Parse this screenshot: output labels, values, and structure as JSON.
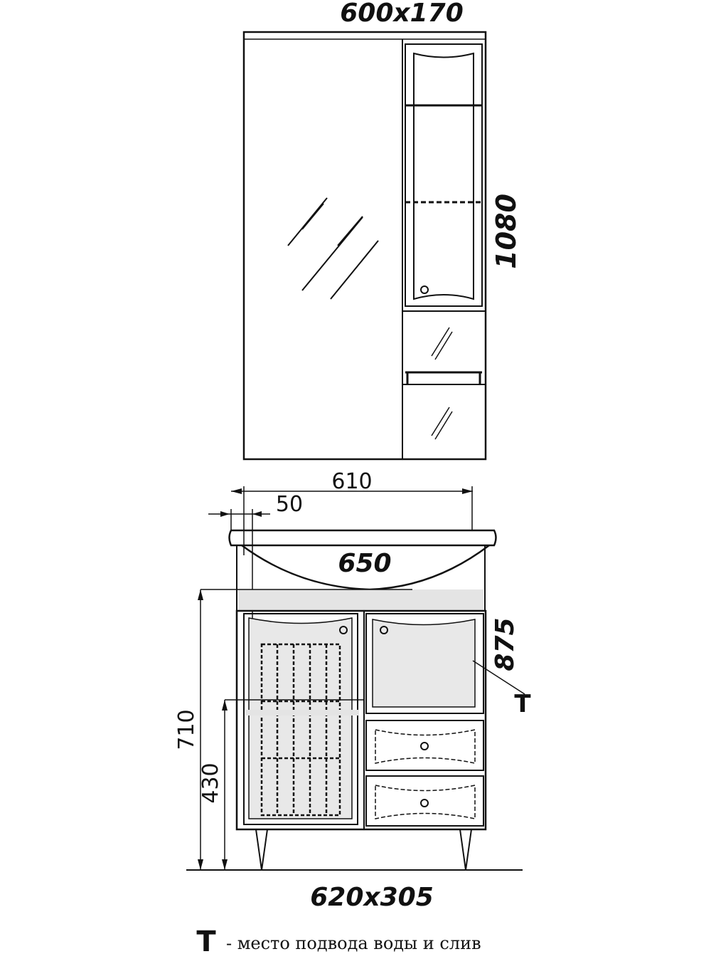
{
  "mirror_cabinet": {
    "size_label": "600x170",
    "height_label": "1080"
  },
  "vanity": {
    "top_width_label": "610",
    "offset_label": "50",
    "sink_width_label": "650",
    "height_label": "875",
    "pipe_height_label": "710",
    "drain_height_label": "430",
    "size_label": "620x305",
    "pipe_marker": "T"
  },
  "legend": {
    "symbol": "T",
    "text": "- место подвода воды и слив"
  },
  "colors": {
    "line": "#111111",
    "fill_gray": "#e4e4e4",
    "background": "#ffffff"
  }
}
